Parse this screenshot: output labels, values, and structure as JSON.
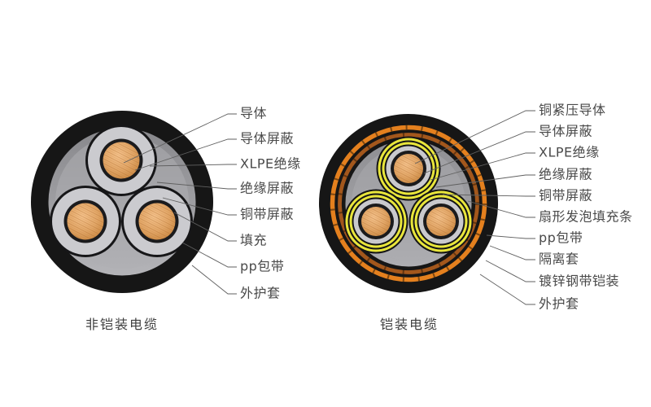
{
  "page": {
    "background": "#ffffff",
    "description_left": "cross-section of unarmored 3-core XLPE cable",
    "description_right": "cross-section of armored 3-core XLPE cable"
  },
  "unarmored_cable": {
    "caption": "非铠装电缆",
    "labels": [
      "导体",
      "导体屏蔽",
      "XLPE绝缘",
      "绝缘屏蔽",
      "铜带屏蔽",
      "填充",
      "pp包带",
      "外护套"
    ]
  },
  "armored_cable": {
    "caption": "铠装电缆",
    "labels": [
      "铜紧压导体",
      "导体屏蔽",
      "XLPE绝缘",
      "绝缘屏蔽",
      "铜带屏蔽",
      "扇形发泡填充条",
      "pp包带",
      "隔离套",
      "镀锌钢带铠装",
      "外护套"
    ]
  },
  "colors": {
    "sheath_black": "#161616",
    "filler_gray_dark": "#8b8b8f",
    "filler_gray_light": "#b2b2b6",
    "insulation_gray": "#cbcbcf",
    "copper_light": "#f2c08a",
    "copper_mid": "#dda05f",
    "copper_dark": "#c8863f",
    "copper_tape_yellow": "#e9e63b",
    "armor_orange": "#e4801e",
    "separation_sleeve_brown": "#a3571c",
    "label_text": "#4a4a4a",
    "leader_line": "#5f5f5f"
  }
}
